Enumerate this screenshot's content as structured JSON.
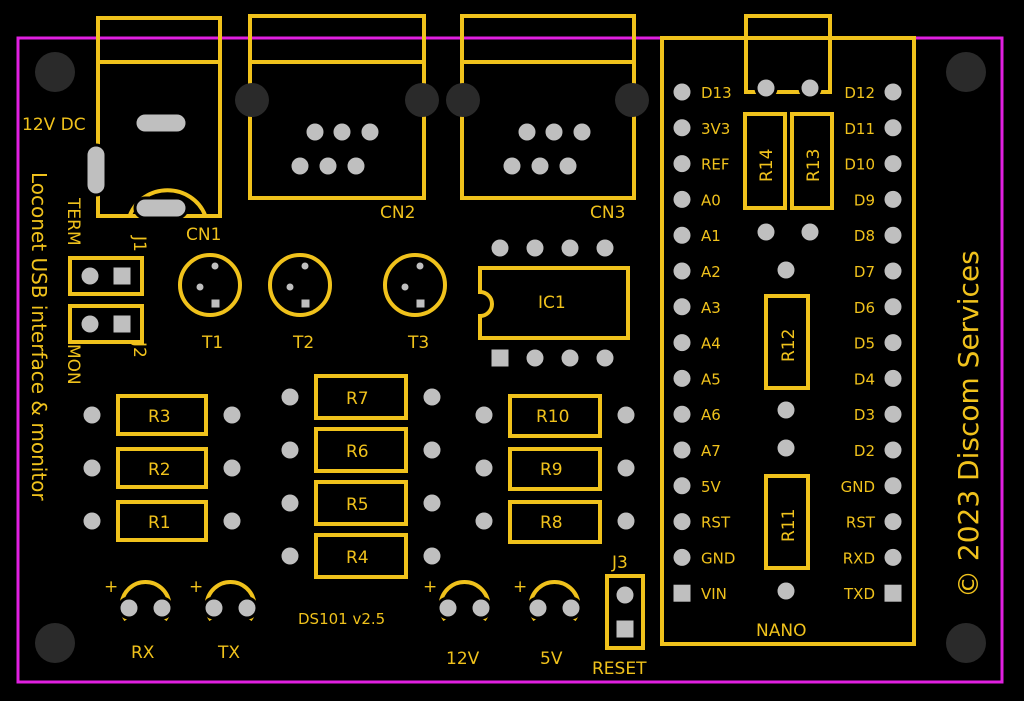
{
  "labels": {
    "title": "Loconet USB interface & monitor",
    "copyright": "© 2023 Discom Services",
    "version": "DS101 v2.5",
    "dc": "12V DC",
    "cn1": "CN1",
    "cn2": "CN2",
    "cn3": "CN3",
    "term": "TERM",
    "mon": "MON",
    "j1": "J1",
    "j2": "J2",
    "j3": "J3",
    "t1": "T1",
    "t2": "T2",
    "t3": "T3",
    "ic1": "IC1",
    "nano": "NANO",
    "reset": "RESET",
    "led_rx": "RX",
    "led_tx": "TX",
    "led_12v": "12V",
    "led_5v": "5V",
    "plus": "+"
  },
  "resistors_h": [
    "R3",
    "R2",
    "R1",
    "R7",
    "R6",
    "R5",
    "R4",
    "R10",
    "R9",
    "R8"
  ],
  "resistors_v": [
    "R14",
    "R13",
    "R12",
    "R11"
  ],
  "nano_left": [
    "D13",
    "3V3",
    "REF",
    "A0",
    "A1",
    "A2",
    "A3",
    "A4",
    "A5",
    "A6",
    "A7",
    "5V",
    "RST",
    "GND",
    "VIN"
  ],
  "nano_right": [
    "D12",
    "D11",
    "D10",
    "D9",
    "D8",
    "D7",
    "D6",
    "D5",
    "D4",
    "D3",
    "D2",
    "GND",
    "RST",
    "RXD",
    "TXD"
  ],
  "colors": {
    "board": "#000000",
    "silk": "#f0c21c",
    "outline": "#e020e0",
    "pad": "#bfbfbf"
  }
}
